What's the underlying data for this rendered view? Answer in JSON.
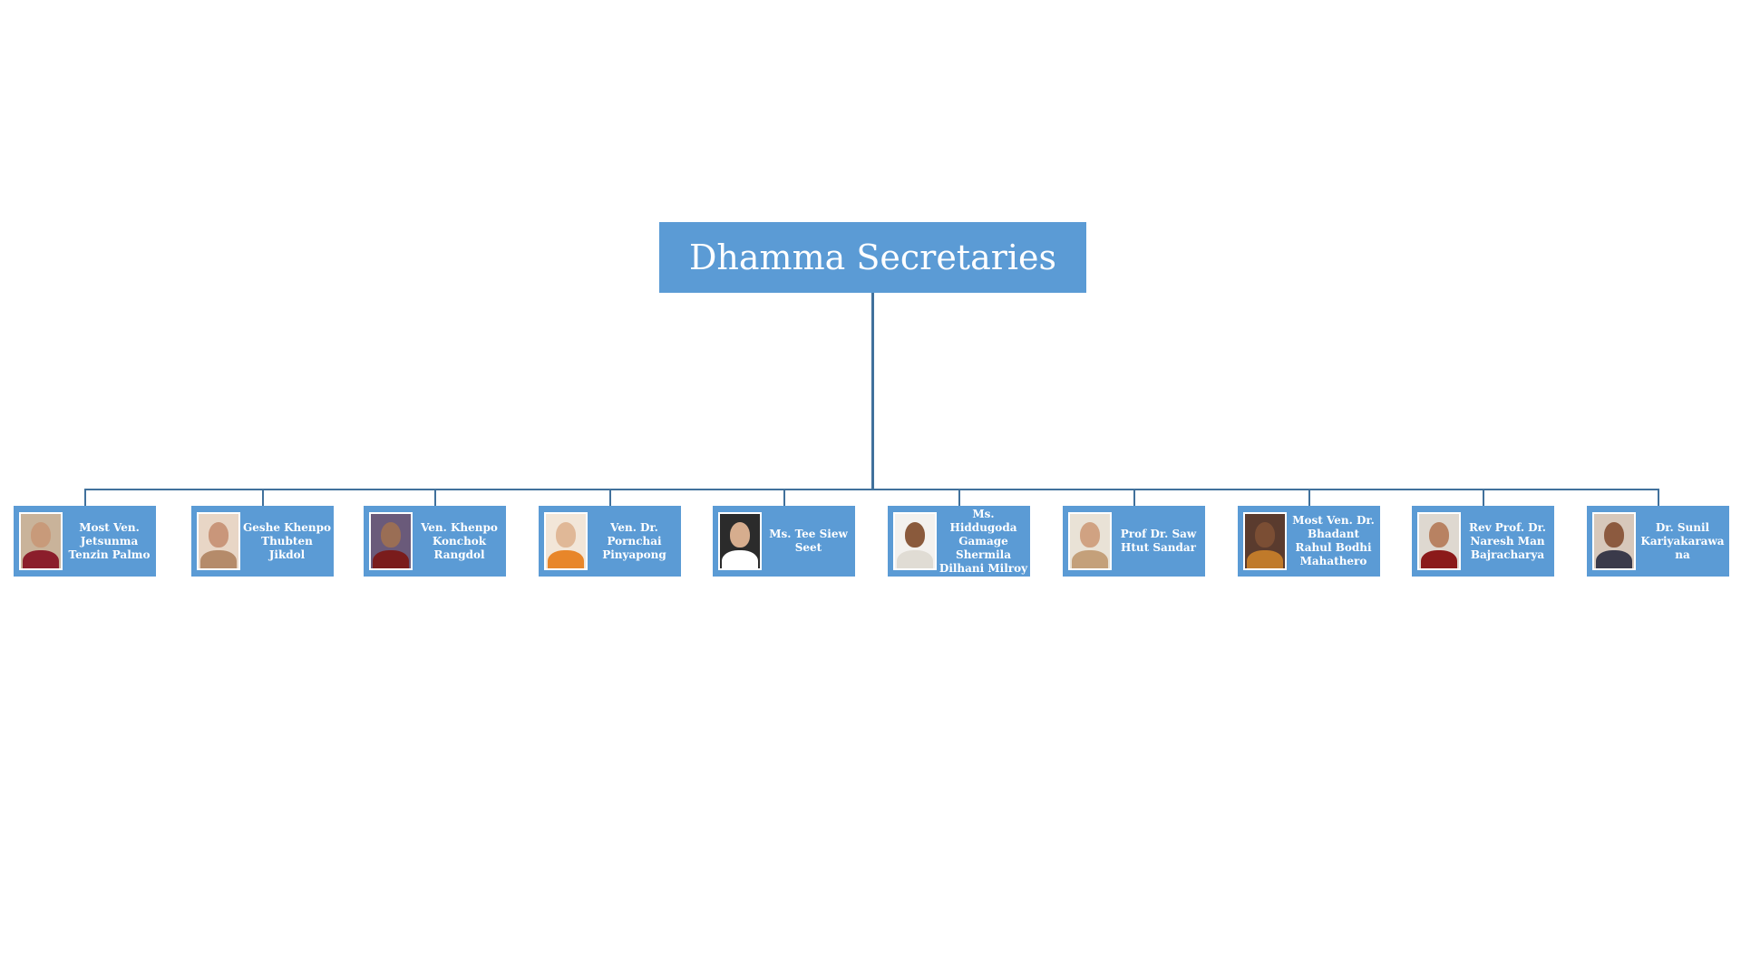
{
  "chart": {
    "title": "Dhamma Secretaries"
  },
  "members": [
    {
      "name": "Most Ven. Jetsunma Tenzin Palmo",
      "photo": {
        "bg": "#c9b39a",
        "face": "#c89a7a",
        "robe": "#8b1e2b"
      }
    },
    {
      "name": "Geshe Khenpo Thubten Jikdol",
      "photo": {
        "bg": "#e8d6c6",
        "face": "#c9967a",
        "robe": "#b58b6a"
      }
    },
    {
      "name": "Ven. Khenpo Konchok Rangdol",
      "photo": {
        "bg": "#6a5a7a",
        "face": "#9a6e55",
        "robe": "#7a1c1c"
      }
    },
    {
      "name": "Ven. Dr. Pornchai Pinyapong",
      "photo": {
        "bg": "#f2e6d8",
        "face": "#e0b897",
        "robe": "#e8862a"
      }
    },
    {
      "name": "Ms. Tee Siew Seet",
      "photo": {
        "bg": "#2b2b2b",
        "face": "#d6ad8e",
        "robe": "#ffffff"
      }
    },
    {
      "name": "Ms. Hiddugoda Gamage Shermila Dilhani Milroy",
      "photo": {
        "bg": "#f3f1ee",
        "face": "#8a5a3c",
        "robe": "#e0dcd4"
      }
    },
    {
      "name": "Prof Dr. Saw Htut Sandar",
      "photo": {
        "bg": "#e9e2d6",
        "face": "#d0a282",
        "robe": "#c4a07a"
      }
    },
    {
      "name": "Most Ven. Dr. Bhadant Rahul Bodhi Mahathero",
      "photo": {
        "bg": "#5a3b2e",
        "face": "#7b4e34",
        "robe": "#c07a2a"
      }
    },
    {
      "name": "Rev Prof. Dr. Naresh Man Bajracharya",
      "photo": {
        "bg": "#ded8d0",
        "face": "#b88262",
        "robe": "#8b1a1a"
      }
    },
    {
      "name": "Dr. Sunil Kariyakarawana",
      "photo": {
        "bg": "#d7c8bb",
        "face": "#8c5a3f",
        "robe": "#3a3a4a"
      }
    }
  ]
}
